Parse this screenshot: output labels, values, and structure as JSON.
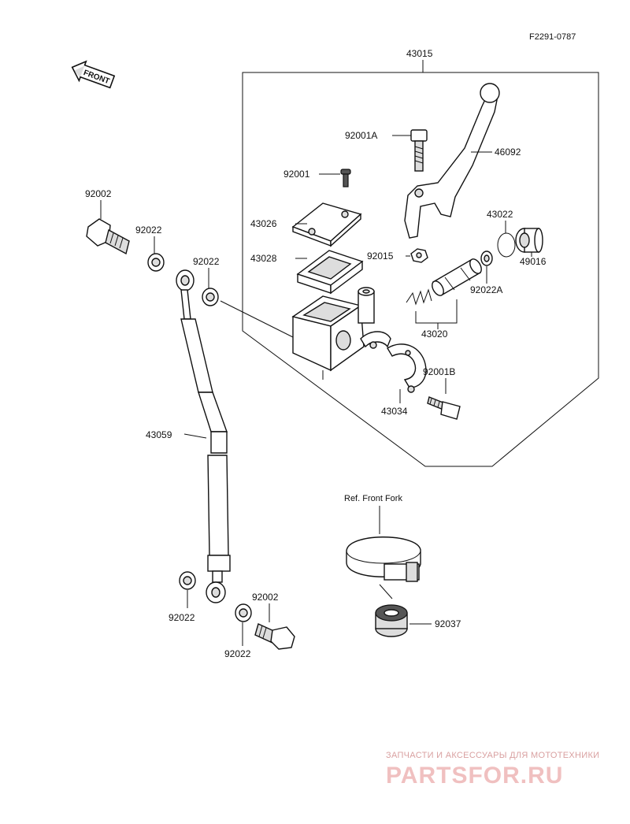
{
  "figure_code": "F2291-0787",
  "front_arrow": "FRONT",
  "labels": {
    "p43015": "43015",
    "p92001A": "92001A",
    "p46092": "46092",
    "p92001": "92001",
    "p43026": "43026",
    "p43022": "43022",
    "p43028": "43028",
    "p92015": "92015",
    "p49016": "49016",
    "p92022A": "92022A",
    "p43020": "43020",
    "p92001B": "92001B",
    "p43034": "43034",
    "p92002_top": "92002",
    "p92022_a": "92022",
    "p92022_b": "92022",
    "p43059": "43059",
    "p92022_c": "92022",
    "p92002_bottom": "92002",
    "p92022_d": "92022",
    "p92037": "92037",
    "ref_front_fork": "Ref. Front Fork"
  },
  "watermark": {
    "caption": "ЗАПЧАСТИ И АКСЕССУАРЫ ДЛЯ МОТОТЕХНИКИ",
    "brand": "PARTSFOR.RU",
    "color": "#f0c0c0"
  }
}
